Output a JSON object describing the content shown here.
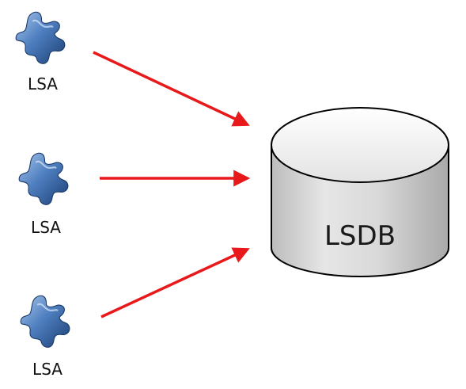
{
  "diagram": {
    "nodes": [
      {
        "id": "lsa-1",
        "type": "puzzle-piece-icon",
        "label": "LSA"
      },
      {
        "id": "lsa-2",
        "type": "puzzle-piece-icon",
        "label": "LSA"
      },
      {
        "id": "lsa-3",
        "type": "puzzle-piece-icon",
        "label": "LSA"
      },
      {
        "id": "lsdb",
        "type": "database-cylinder",
        "label": "LSDB"
      }
    ],
    "edges": [
      {
        "from": "lsa-1",
        "to": "lsdb"
      },
      {
        "from": "lsa-2",
        "to": "lsdb"
      },
      {
        "from": "lsa-3",
        "to": "lsdb"
      }
    ],
    "lsa_labels": [
      "LSA",
      "LSA",
      "LSA"
    ],
    "db_label": "LSDB",
    "colors": {
      "arrow": "#e8191b",
      "puzzle_dark": "#1f4f8f",
      "puzzle_light": "#8fb4df",
      "cylinder_stroke": "#000000",
      "cylinder_top": "#f2f2f2",
      "cylinder_body": "#cfcfcf"
    }
  }
}
